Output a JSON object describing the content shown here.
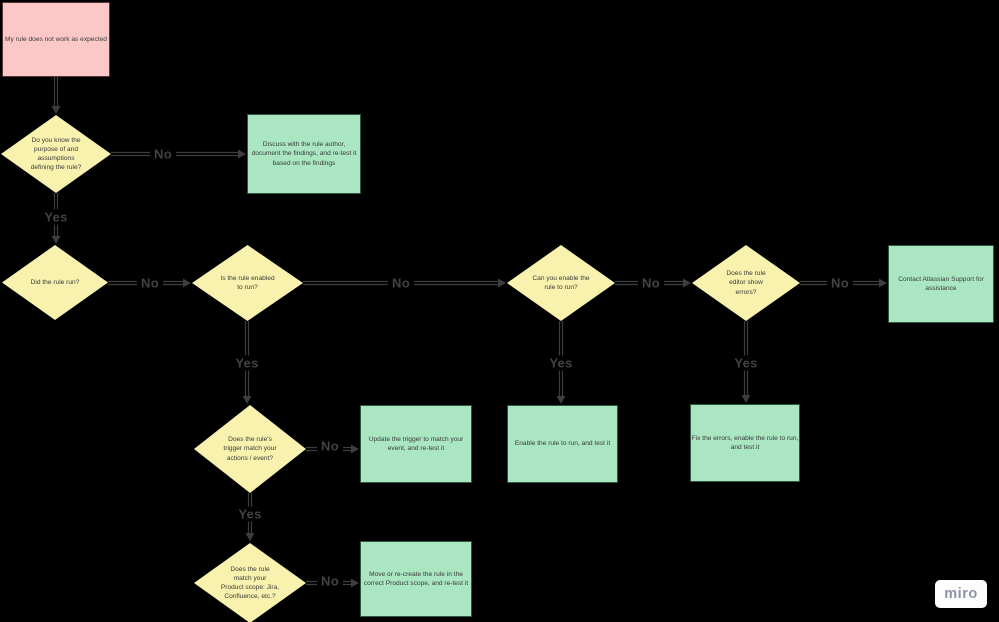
{
  "board": {
    "background": "#000000"
  },
  "colors": {
    "start_fill": "#fcc7c7",
    "start_border": "#553238",
    "decision_fill": "#f8f2ae",
    "action_fill": "#a9e6c1",
    "action_border": "#2b5640",
    "wire": "#3d3d3d",
    "node_text": "#3a3a3a",
    "edge_label_text": "#424242"
  },
  "nodes": {
    "start": {
      "type": "start",
      "label": "My rule does not work as expected"
    },
    "purpose": {
      "type": "decision",
      "label": "Do you know the\npurpose of and\nassumptions\ndefining the rule?"
    },
    "run": {
      "type": "decision",
      "label": "Did the rule run?"
    },
    "enabled": {
      "type": "decision",
      "label": "Is the rule enabled\nto run?"
    },
    "can_enable": {
      "type": "decision",
      "label": "Can you enable the\nrule to run?"
    },
    "editor_errors": {
      "type": "decision",
      "label": "Does the rule\neditor show\nerrors?"
    },
    "trigger_match": {
      "type": "decision",
      "label": "Does the rule's\ntrigger match your\nactions / event?"
    },
    "product_scope": {
      "type": "decision",
      "label": "Does the rule\nmatch your\nProduct scope: Jira,\nConfluence, etc.?"
    },
    "discuss": {
      "type": "action",
      "label": "Discuss with the rule author,\ndocument the findings, and re-test it\nbased on the findings"
    },
    "contact_support": {
      "type": "action",
      "label": "Contact Atlassian Support for\nassistance"
    },
    "update_trigger": {
      "type": "action",
      "label": "Update the trigger to match your\nevent, and re-test it"
    },
    "enable_rule": {
      "type": "action",
      "label": "Enable the rule to run, and test it"
    },
    "fix_errors": {
      "type": "action",
      "label": "Fix the errors, enable the rule to run,\nand test it"
    },
    "move_rule": {
      "type": "action",
      "label": "Move or re-create the rule in the\ncorrect Product scope, and re-test it"
    }
  },
  "edges": [
    {
      "from": "start",
      "to": "purpose",
      "label": ""
    },
    {
      "from": "purpose",
      "to": "discuss",
      "label": "No"
    },
    {
      "from": "purpose",
      "to": "run",
      "label": "Yes"
    },
    {
      "from": "run",
      "to": "enabled",
      "label": "No"
    },
    {
      "from": "enabled",
      "to": "can_enable",
      "label": "No"
    },
    {
      "from": "can_enable",
      "to": "editor_errors",
      "label": "No"
    },
    {
      "from": "editor_errors",
      "to": "contact_support",
      "label": "No"
    },
    {
      "from": "enabled",
      "to": "trigger_match",
      "label": "Yes"
    },
    {
      "from": "can_enable",
      "to": "enable_rule",
      "label": "Yes"
    },
    {
      "from": "editor_errors",
      "to": "fix_errors",
      "label": "Yes"
    },
    {
      "from": "trigger_match",
      "to": "update_trigger",
      "label": "No"
    },
    {
      "from": "trigger_match",
      "to": "product_scope",
      "label": "Yes"
    },
    {
      "from": "product_scope",
      "to": "move_rule",
      "label": "No"
    }
  ],
  "watermark": {
    "label": "miro"
  }
}
